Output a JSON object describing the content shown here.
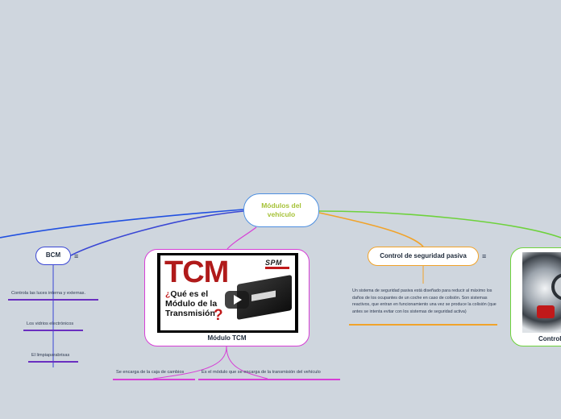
{
  "central": {
    "title_line1": "Módulos del",
    "title_line2": "vehículo"
  },
  "bcm": {
    "label": "BCM",
    "children": [
      "Controla las luces interna y externas.",
      "Los vidrios electrónicos",
      "El limpiaparabrisas"
    ]
  },
  "tcm": {
    "label": "Módulo TCM",
    "image": {
      "big": "TCM",
      "question_open": "¿",
      "line1": "Qué es el",
      "line2": "Módulo de la",
      "line3": "Transmisión",
      "question_close": "?",
      "brand": "SPM"
    },
    "children": [
      "Se encarga de la caja de cambios",
      "Es el módulo que se encarga de la transmisión del vehículo"
    ]
  },
  "control": {
    "label": "Control de seguridad pasiva",
    "description": "Un sistema de seguridad pasiva está diseñado para reducir al máximo los daños de los ocupantes de un coche en caso de colisión. Son sistemas reactivos, que entran en funcionamiento una vez se produce la colisión (que antes se intenta evitar con los sistemas de seguridad activa)"
  },
  "control2": {
    "label": "Control"
  },
  "colors": {
    "bcm": "#3a47d4",
    "tcm": "#d63fd6",
    "control": "#f1a32a",
    "control2": "#6ed23c",
    "central": "#4d8fe0"
  },
  "icons": {
    "menu": "menu-icon",
    "play": "play-icon"
  }
}
